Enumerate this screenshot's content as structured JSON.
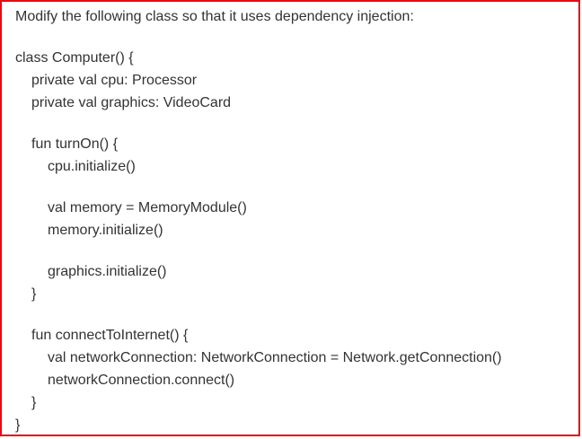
{
  "colors": {
    "border": "#e30b13",
    "text": "#333333",
    "background": "#ffffff"
  },
  "instruction": "Modify the following class so that it uses dependency injection:",
  "code_lines": [
    {
      "indent": 0,
      "text": "class Computer() {"
    },
    {
      "indent": 1,
      "text": "private val cpu: Processor"
    },
    {
      "indent": 1,
      "text": "private val graphics: VideoCard"
    },
    {
      "indent": 0,
      "text": ""
    },
    {
      "indent": 1,
      "text": "fun turnOn() {"
    },
    {
      "indent": 2,
      "text": "cpu.initialize()"
    },
    {
      "indent": 0,
      "text": ""
    },
    {
      "indent": 2,
      "text": "val memory = MemoryModule()"
    },
    {
      "indent": 2,
      "text": "memory.initialize()"
    },
    {
      "indent": 0,
      "text": ""
    },
    {
      "indent": 2,
      "text": "graphics.initialize()"
    },
    {
      "indent": 1,
      "text": "}"
    },
    {
      "indent": 0,
      "text": ""
    },
    {
      "indent": 1,
      "text": "fun connectToInternet() {"
    },
    {
      "indent": 2,
      "text": "val networkConnection: NetworkConnection = Network.getConnection()"
    },
    {
      "indent": 2,
      "text": "networkConnection.connect()"
    },
    {
      "indent": 1,
      "text": "}"
    },
    {
      "indent": 0,
      "text": "}"
    }
  ]
}
